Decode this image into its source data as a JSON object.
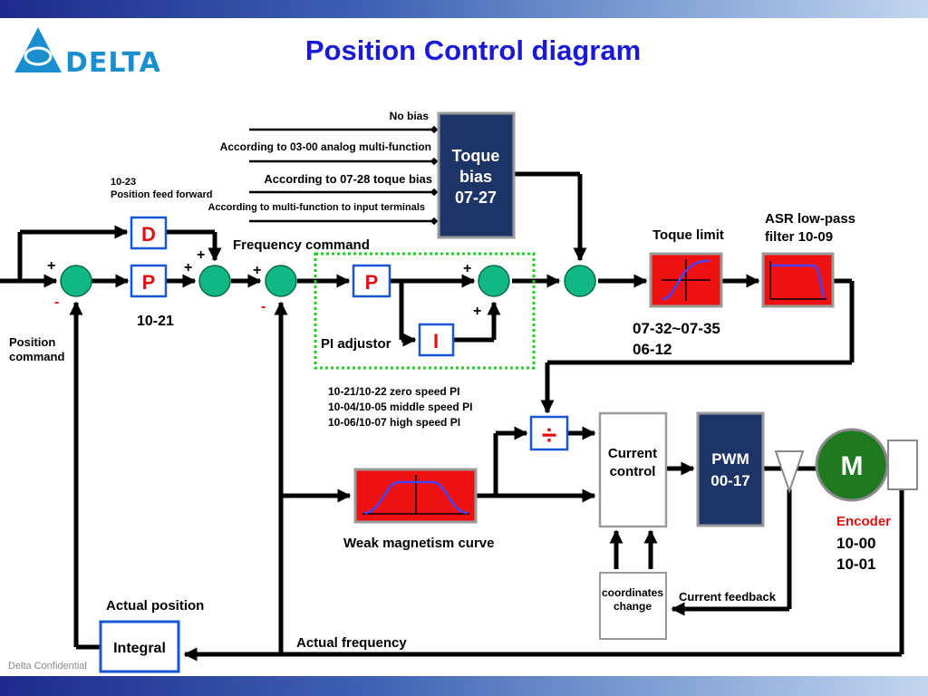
{
  "header": {
    "title": "Position Control diagram",
    "logo_text": "DELTA"
  },
  "footer": {
    "confidential": "Delta Confidential"
  },
  "colors": {
    "title": "#1a1ad6",
    "summing_node": "#12b884",
    "dark_block": "#1c3566",
    "red_block": "#ee1111",
    "motor": "#1f7a1f",
    "encoder_label": "#dd1111",
    "pi_border": "#22cc22",
    "logo": "#1a8fd0"
  },
  "blocks": {
    "torque_bias": [
      "Toque",
      "bias",
      "07-27"
    ],
    "d_block": "D",
    "p_block": "P",
    "pi_p_block": "P",
    "pi_i_block": "I",
    "divider": "÷",
    "current_control": [
      "Current",
      "control"
    ],
    "pwm": [
      "PWM",
      "00-17"
    ],
    "motor": "M",
    "coordinates_change": [
      "coordinates",
      "change"
    ],
    "integral": "Integral"
  },
  "labels": {
    "no_bias": "No bias",
    "analog_multi": "According to 03-00 analog multi-function",
    "torque_bias_0728": "According to 07-28 toque bias",
    "multi_input": "According to multi-function to input terminals",
    "feed_forward_code": "10-23",
    "feed_forward": "Position feed forward",
    "frequency_command": "Frequency command",
    "p_param": "10-21",
    "position_command": [
      "Position",
      "command"
    ],
    "pi_adjustor": "PI adjustor",
    "pi_params": [
      "10-21/10-22 zero speed PI",
      "10-04/10-05 middle speed PI",
      "10-06/10-07 high speed PI"
    ],
    "torque_limit": "Toque limit",
    "torque_limit_params": [
      "07-32~07-35",
      "06-12"
    ],
    "asr_filter": [
      "ASR low-pass",
      "filter 10-09"
    ],
    "weak_magnetism": "Weak magnetism curve",
    "encoder": "Encoder",
    "encoder_params": [
      "10-00",
      "10-01"
    ],
    "current_feedback": "Current feedback",
    "actual_position": "Actual position",
    "actual_frequency": "Actual frequency"
  },
  "signs": {
    "node1_plus": "+",
    "node1_minus": "-",
    "node2_plus_top": "+",
    "node2_plus_left": "+",
    "node3_plus": "+",
    "node3_minus": "-",
    "node4_plus_left": "+",
    "node4_plus_bottom": "+"
  }
}
